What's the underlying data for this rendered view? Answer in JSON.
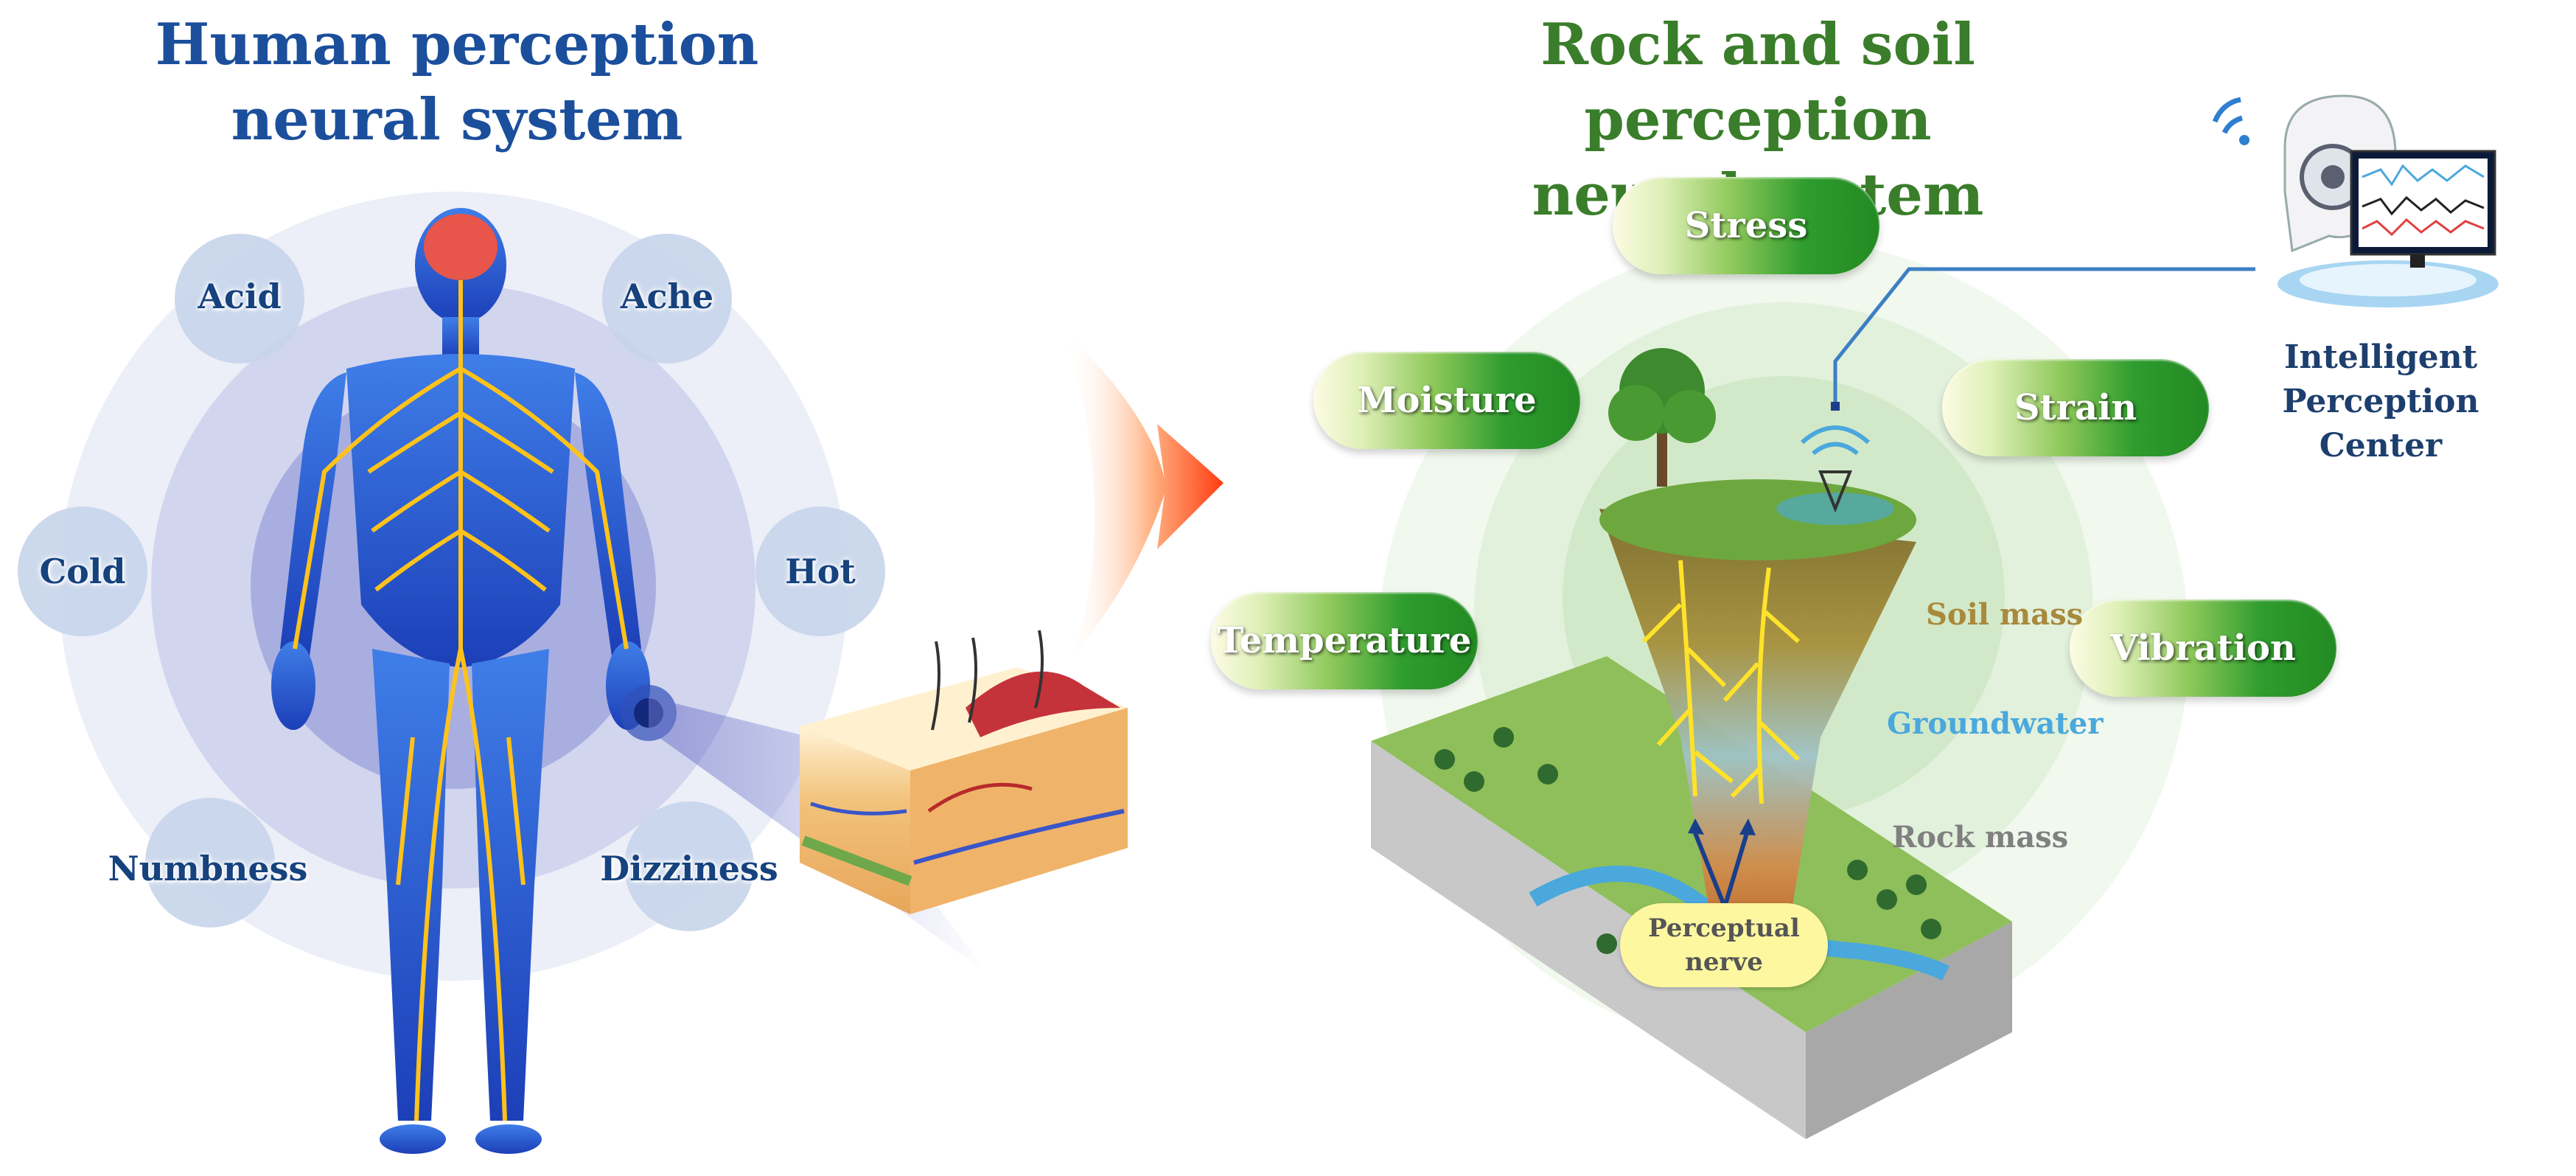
{
  "left_panel": {
    "title_lines": [
      "Human perception",
      "neural system"
    ],
    "title_color": "#1b4f9c",
    "sensations": {
      "acid": "Acid",
      "ache": "Ache",
      "cold": "Cold",
      "hot": "Hot",
      "numbness": "Numbness",
      "dizziness": "Dizziness"
    }
  },
  "right_panel": {
    "title_lines": [
      "Rock and soil perception",
      "neural system"
    ],
    "title_color": "#3a7d2a",
    "parameters": {
      "stress": "Stress",
      "moisture": "Moisture",
      "strain": "Strain",
      "temperature": "Temperature",
      "vibration": "Vibration"
    },
    "layers": {
      "soil": {
        "label": "Soil mass",
        "color": "#a88a3c"
      },
      "groundwater": {
        "label": "Groundwater",
        "color": "#4aa8dc"
      },
      "rock": {
        "label": "Rock mass",
        "color": "#808080"
      }
    },
    "perceptual_nerve_lines": [
      "Perceptual",
      "nerve"
    ],
    "center_lines": [
      "Intelligent Perception",
      "Center"
    ]
  },
  "colors": {
    "pill_green": "#2e9c2e",
    "nerve_yellow": "#ffe22a",
    "arrow_orange": "#ff5a1f"
  }
}
